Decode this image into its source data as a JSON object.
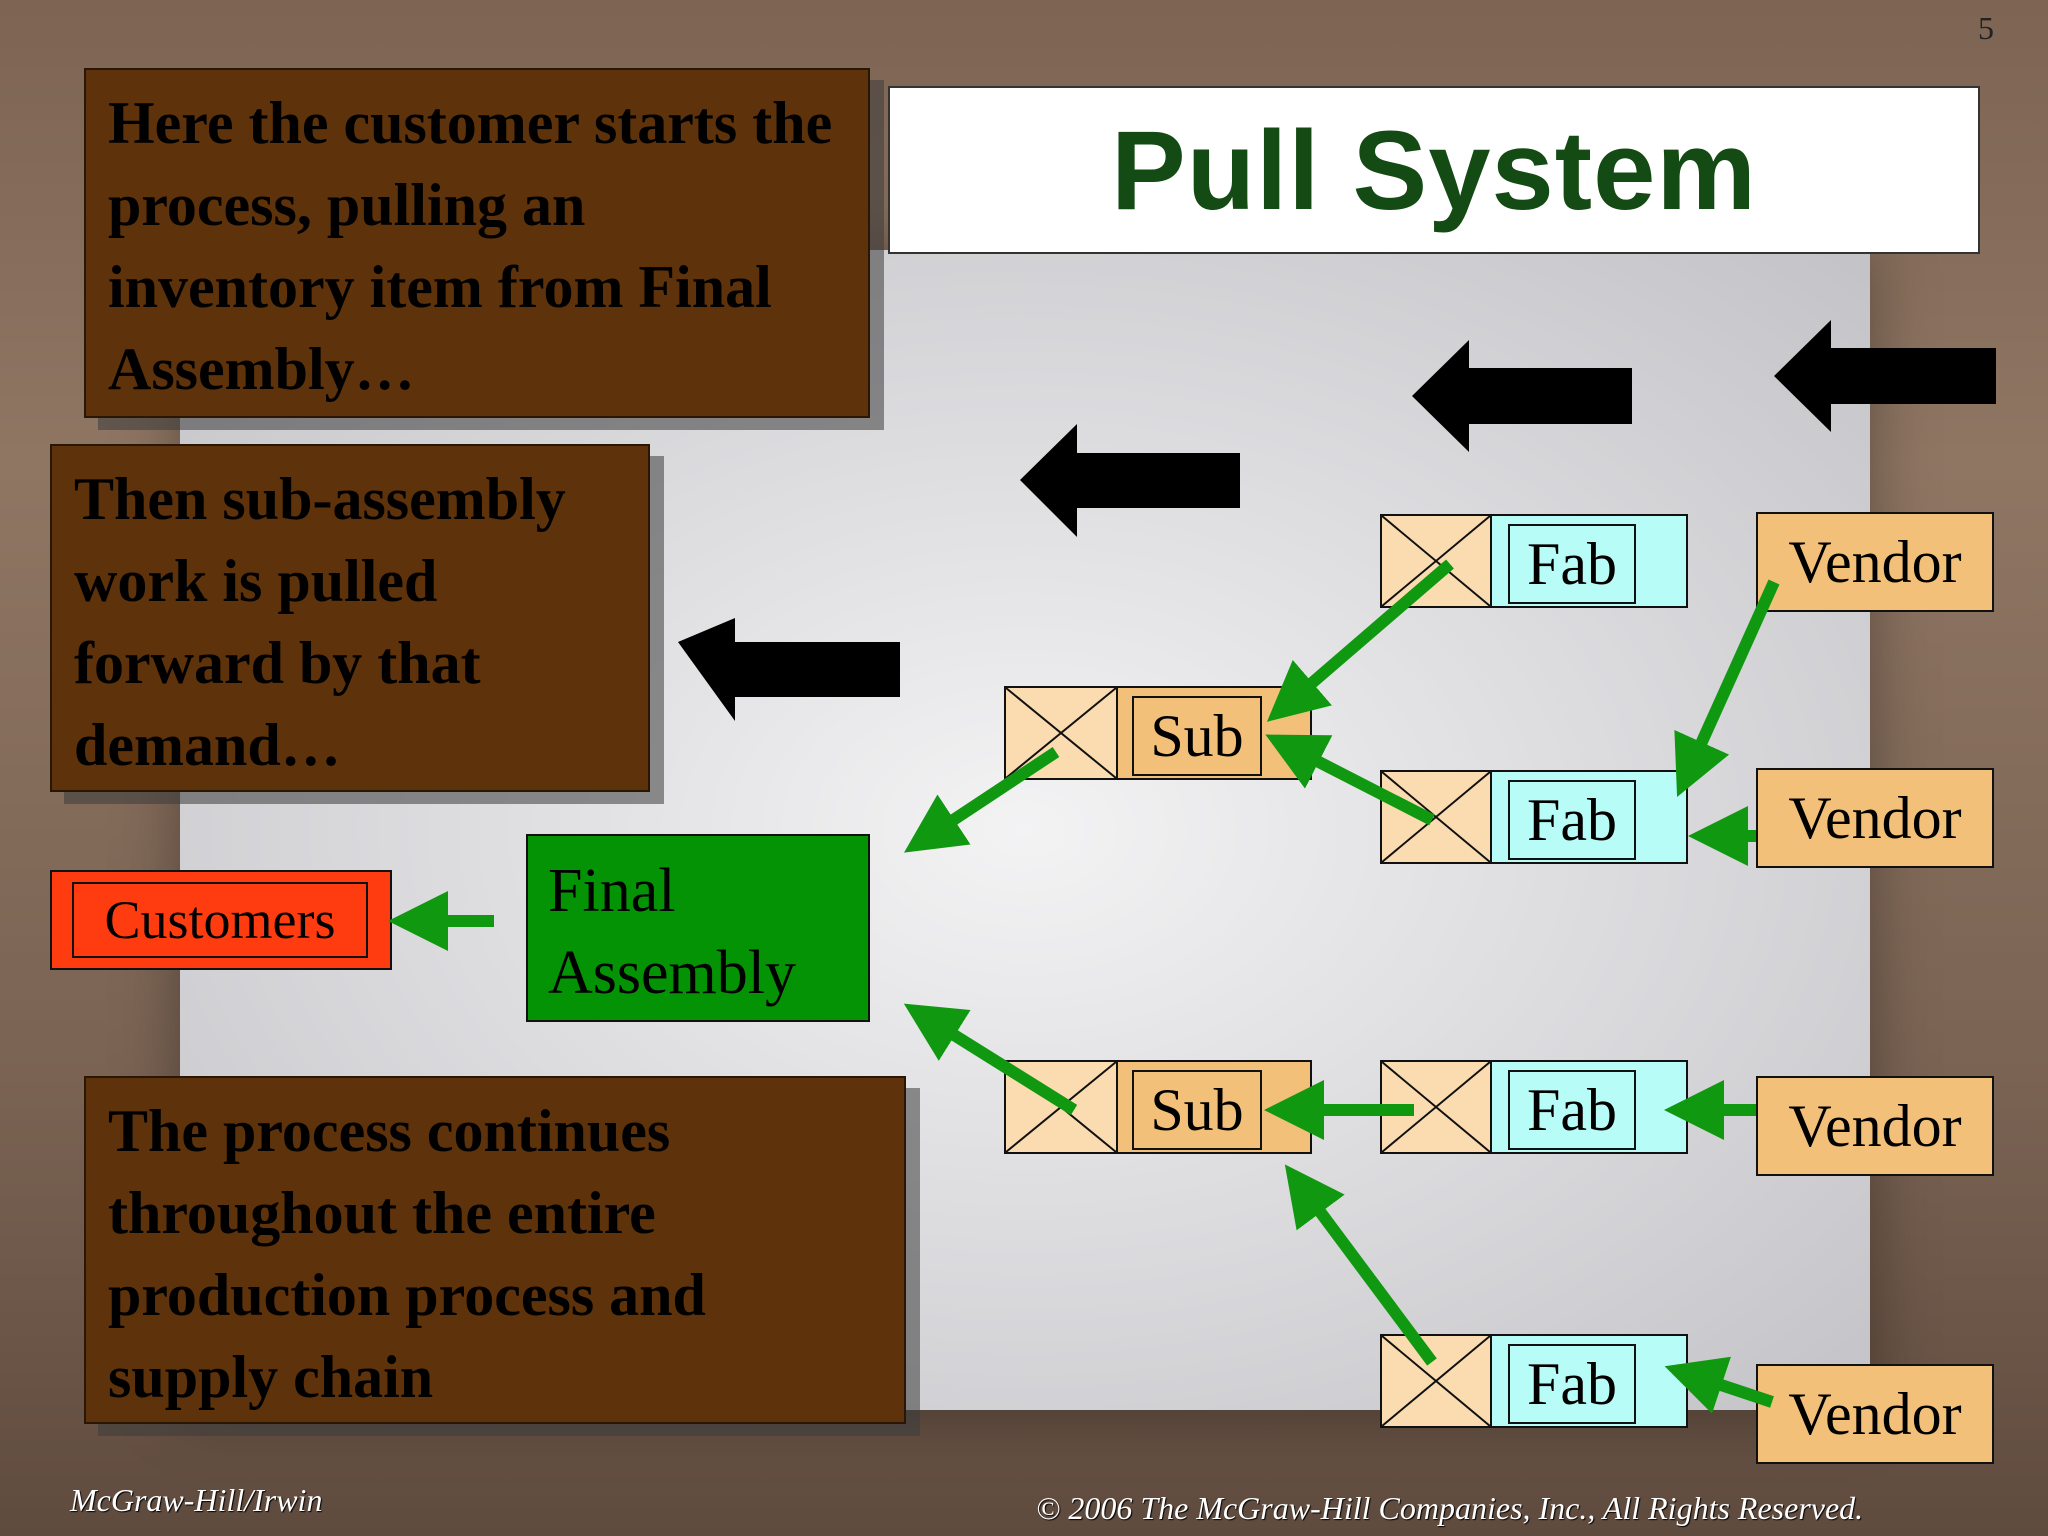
{
  "page_number": "5",
  "title": "Pull System",
  "notes": {
    "first": "Here the customer starts the process, pulling an inventory item from Final Assembly…",
    "second": "Then sub-assembly work is pulled forward by that demand…",
    "third": "The process continues throughout the entire production process and supply chain"
  },
  "nodes": {
    "customers": "Customers",
    "final_assembly": "Final Assembly",
    "sub": "Sub",
    "fab": "Fab",
    "vendor": "Vendor"
  },
  "footer": {
    "left": "McGraw-Hill/Irwin",
    "right": "© 2006 The McGraw-Hill Companies, Inc., All Rights Reserved."
  },
  "colors": {
    "note_box": "#5e320a",
    "title_text": "#144a14",
    "final_assembly": "#049304",
    "customers": "#ff3c10",
    "sub": "#f3c079",
    "fab": "#b8fcf8",
    "vendor": "#f3c079",
    "flow_arrow": "#109910",
    "pull_arrow": "#000000"
  }
}
